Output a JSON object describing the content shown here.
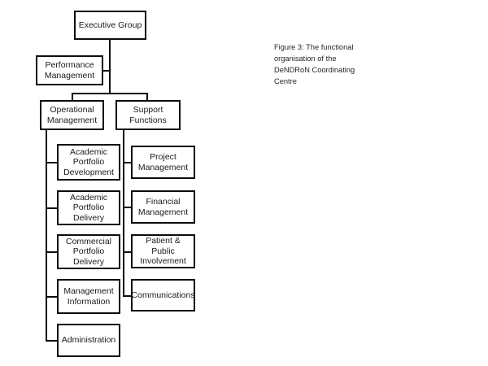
{
  "figure": {
    "caption": "Figure 3: The functional organisation of the DeNDRoN Coordinating Centre",
    "background_color": "#ffffff",
    "line_color": "#0d0d0d",
    "text_color": "#1a1a1a"
  },
  "chart_data": {
    "type": "diagram",
    "diagram_type": "organisational-hierarchy-chart",
    "title": "Figure 3: The functional organisation of the DeNDRoN Coordinating Centre",
    "orientation": "top-down",
    "nodes": [
      {
        "id": "executive-group",
        "label": "Executive Group",
        "level": 0,
        "column": "center"
      },
      {
        "id": "performance-management",
        "label": "Performance\nManagement",
        "level": 1,
        "column": "left"
      },
      {
        "id": "operational-management",
        "label": "Operational\nManagement",
        "level": 2,
        "column": "left"
      },
      {
        "id": "support-functions",
        "label": "Support\nFunctions",
        "level": 2,
        "column": "right"
      },
      {
        "id": "academic-portfolio-development",
        "label": "Academic\nPortfolio\nDevelopment",
        "level": 3,
        "column": "left",
        "parent": "operational-management"
      },
      {
        "id": "academic-portfolio-delivery",
        "label": "Academic\nPortfolio Delivery",
        "level": 3,
        "column": "left",
        "parent": "operational-management"
      },
      {
        "id": "commercial-portfolio-delivery",
        "label": "Commercial\nPortfolio Delivery",
        "level": 3,
        "column": "left",
        "parent": "operational-management"
      },
      {
        "id": "management-information",
        "label": "Management\nInformation",
        "level": 3,
        "column": "left",
        "parent": "operational-management"
      },
      {
        "id": "administration",
        "label": "Administration",
        "level": 3,
        "column": "left",
        "parent": "operational-management"
      },
      {
        "id": "project-management",
        "label": "Project\nManagement",
        "level": 3,
        "column": "right",
        "parent": "support-functions"
      },
      {
        "id": "financial-management",
        "label": "Financial\nManagement",
        "level": 3,
        "column": "right",
        "parent": "support-functions"
      },
      {
        "id": "patient-public-involvement",
        "label": "Patient & Public\nInvolvement",
        "level": 3,
        "column": "right",
        "parent": "support-functions"
      },
      {
        "id": "communications",
        "label": "Communications",
        "level": 3,
        "column": "right",
        "parent": "support-functions"
      }
    ],
    "edges": [
      {
        "from": "executive-group",
        "to": "performance-management"
      },
      {
        "from": "executive-group",
        "to": "operational-management"
      },
      {
        "from": "executive-group",
        "to": "support-functions"
      },
      {
        "from": "operational-management",
        "to": "academic-portfolio-development"
      },
      {
        "from": "operational-management",
        "to": "academic-portfolio-delivery"
      },
      {
        "from": "operational-management",
        "to": "commercial-portfolio-delivery"
      },
      {
        "from": "operational-management",
        "to": "management-information"
      },
      {
        "from": "operational-management",
        "to": "administration"
      },
      {
        "from": "support-functions",
        "to": "project-management"
      },
      {
        "from": "support-functions",
        "to": "financial-management"
      },
      {
        "from": "support-functions",
        "to": "patient-public-involvement"
      },
      {
        "from": "support-functions",
        "to": "communications"
      }
    ]
  }
}
